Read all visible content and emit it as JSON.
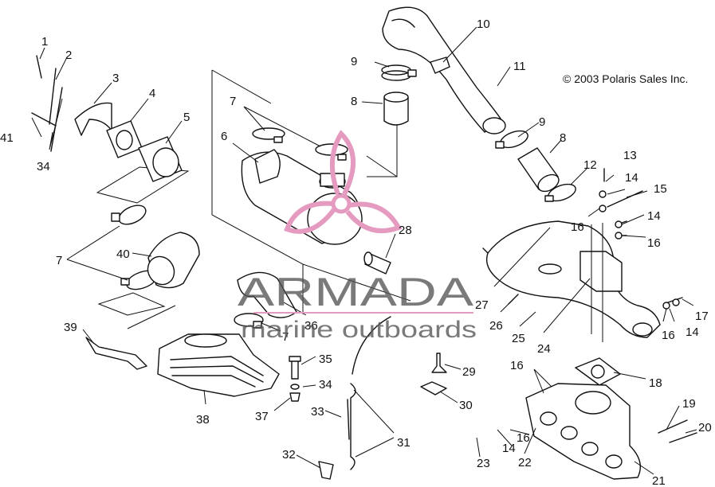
{
  "copyright": "© 2003 Polaris Sales Inc.",
  "watermark": {
    "brand": "ARMADA",
    "tagline": "marine outboards",
    "logo_color": "#e59ac0"
  },
  "callouts": {
    "c1": "1",
    "c2": "2",
    "c3": "3",
    "c4": "4",
    "c5": "5",
    "c6": "6",
    "c7a": "7",
    "c7b": "7",
    "c7c": "7",
    "c8a": "8",
    "c8b": "8",
    "c9a": "9",
    "c9b": "9",
    "c10": "10",
    "c11": "11",
    "c12": "12",
    "c13": "13",
    "c14a": "14",
    "c14b": "14",
    "c14c": "14",
    "c14d": "14",
    "c15": "15",
    "c16a": "16",
    "c16b": "16",
    "c16c": "16",
    "c16d": "16",
    "c16e": "16",
    "c17": "17",
    "c18": "18",
    "c19": "19",
    "c20": "20",
    "c21": "21",
    "c22": "22",
    "c23": "23",
    "c24": "24",
    "c25": "25",
    "c26": "26",
    "c27": "27",
    "c28": "28",
    "c29": "29",
    "c30": "30",
    "c31": "31",
    "c32": "32",
    "c33": "33",
    "c34a": "34",
    "c34b": "34",
    "c35": "35",
    "c36": "36",
    "c37": "37",
    "c38": "38",
    "c39": "39",
    "c40": "40",
    "c41": "41"
  }
}
